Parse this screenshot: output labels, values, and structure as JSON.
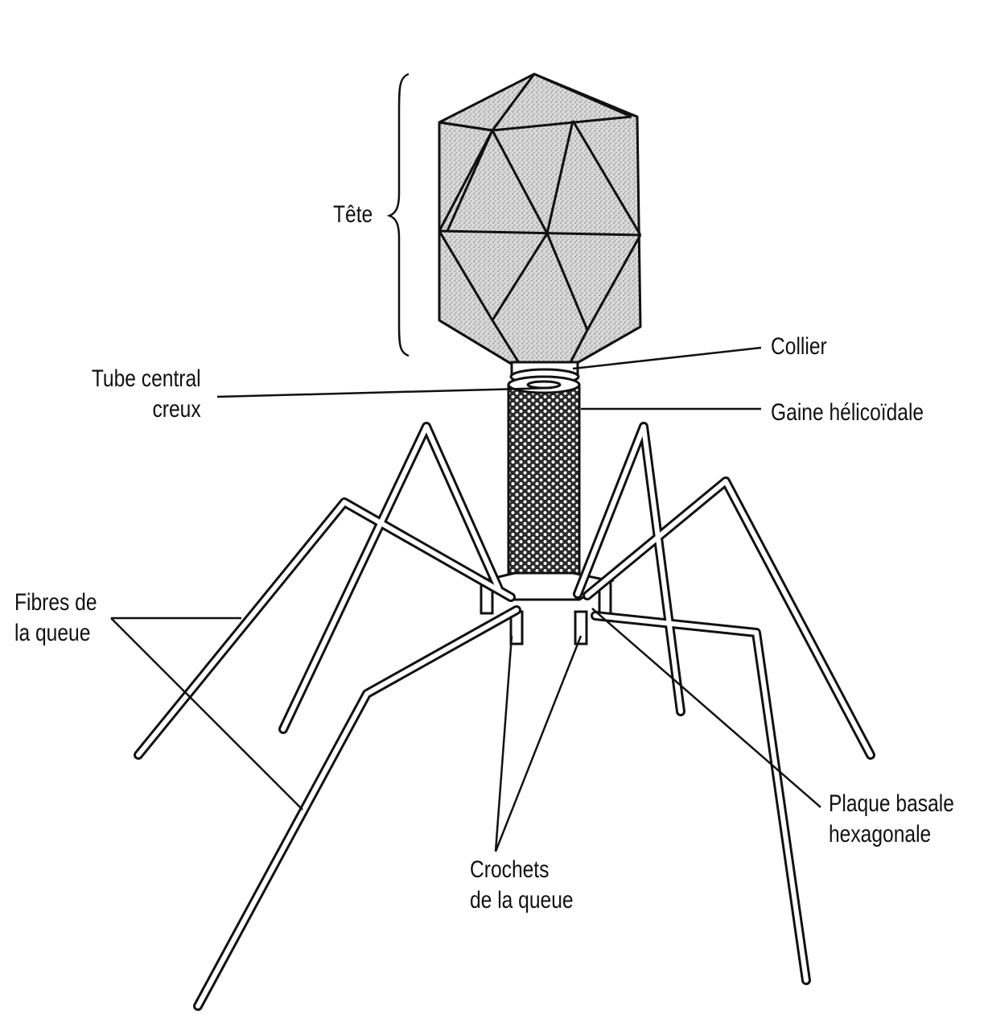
{
  "labels": {
    "head": "Tête",
    "collar": "Collier",
    "central_tube": [
      "Tube central",
      "creux"
    ],
    "sheath": "Gaine hélicoïdale",
    "tail_fibers": [
      "Fibres de",
      "la queue"
    ],
    "base_plate": [
      "Plaque basale",
      "hexagonale"
    ],
    "tail_pins": [
      "Crochets",
      "de la queue"
    ]
  },
  "colors": {
    "ink": "#111111",
    "head_fill": "#cfcfcf",
    "background": "#ffffff"
  }
}
